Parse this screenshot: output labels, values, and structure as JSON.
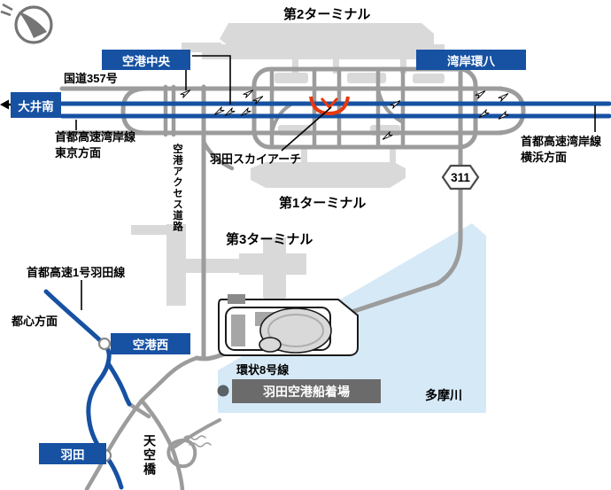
{
  "map_labels": {
    "terminal2": "第2ターミナル",
    "terminal1": "第1ターミナル",
    "terminal3": "第3ターミナル",
    "route357": "国道357号",
    "bayshore_tokyo_line1": "首都高速湾岸線",
    "bayshore_tokyo_line2": "東京方面",
    "bayshore_yokohama_line1": "首都高速湾岸線",
    "bayshore_yokohama_line2": "横浜方面",
    "sky_arch": "羽田スカイアーチ",
    "airport_access_road": "空港アクセス道路",
    "haneda_expressway_line": "首都高速1号羽田線",
    "city_center_direction": "都心方面",
    "kanjo8": "環状8号線",
    "tamagawa": "多摩川",
    "tenkubashi": "天空橋",
    "route_shield": "311"
  },
  "interchange_badges": {
    "kuko_chuo": "空港中央",
    "wangan_kanpachi": "湾岸環八",
    "oi_minami": "大井南",
    "kuko_nishi": "空港西",
    "haneda": "羽田"
  },
  "poi": {
    "boat_dock": "羽田空港船着場"
  },
  "icons": {
    "compass": "north-arrow-compass",
    "interchange_marker": "white-circle",
    "dock_marker": "dark-dot",
    "sky_arch_marker": "red-arch"
  },
  "colors": {
    "expressway_blue": "#1651a2",
    "badge_blue": "#1651a2",
    "road_gray": "#9c9c9c",
    "building_gray": "#d9d9d9",
    "water_blue": "#d6e9f7",
    "arch_red": "#e8380d",
    "dock_box_gray": "#6b6b6b",
    "text_black": "#000000"
  }
}
